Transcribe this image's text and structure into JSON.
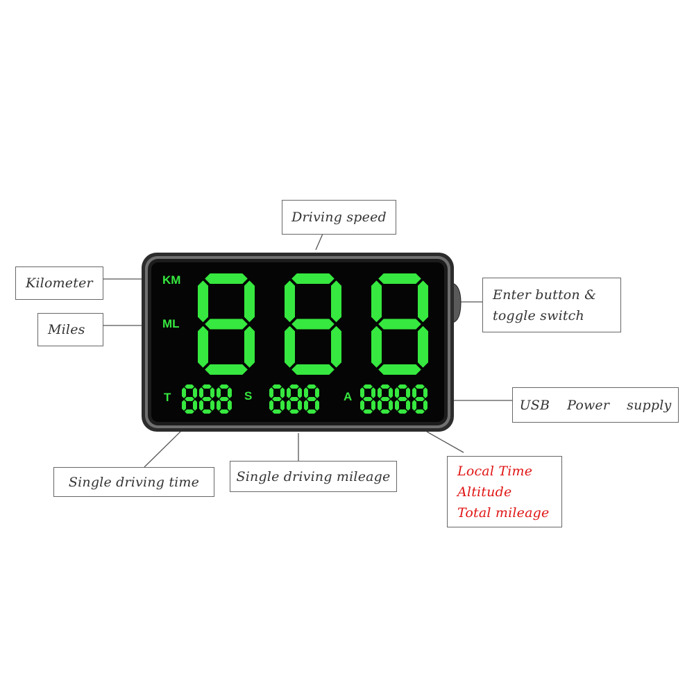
{
  "display": {
    "unit_km": "KM",
    "unit_ml": "ML",
    "label_t": "T",
    "label_s": "S",
    "label_a": "A",
    "big_digits": [
      "8",
      "8",
      "8"
    ],
    "small_t": "888",
    "small_s": "888",
    "small_a": "8888",
    "colors": {
      "segment_green": "#36e83f",
      "screen_black": "#050505",
      "bezel": "#3a3a3a"
    }
  },
  "callouts": {
    "driving_speed": "Driving speed",
    "kilometer": "Kilometer",
    "miles": "Miles",
    "enter_button": [
      "Enter button &",
      "toggle switch"
    ],
    "usb_power": "USB    Power    supply",
    "single_driving_time": "Single driving time",
    "single_driving_mileage": "Single driving mileage",
    "local_info": [
      "Local Time",
      "Altitude",
      "Total mileage"
    ]
  },
  "colors": {
    "callout_red": "#e01414"
  }
}
